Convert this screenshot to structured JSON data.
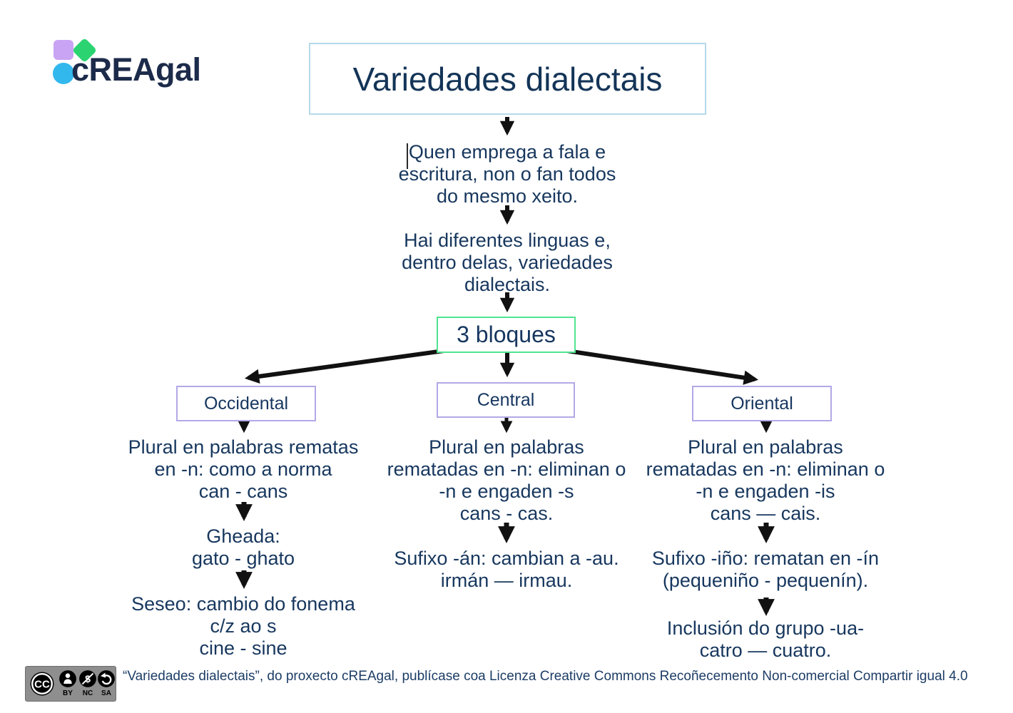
{
  "logo": {
    "text": "cREAgal"
  },
  "title": "Variedades dialectais",
  "flow": {
    "intro1": "Quen emprega a fala e\nescritura, non o fan todos\ndo mesmo xeito.",
    "intro2": "Hai diferentes linguas e,\ndentro delas, variedades\ndialectais.",
    "blocks_label": "3 bloques"
  },
  "columns": [
    {
      "title": "Occidental",
      "nodes": [
        "Plural en palabras rematas\nen -n: como a norma\ncan - cans",
        "Gheada:\ngato - ghato",
        "Seseo: cambio do fonema\nc/z ao s\ncine - sine"
      ]
    },
    {
      "title": "Central",
      "nodes": [
        "Plural en palabras\nrematadas en -n: eliminan o\n-n e engaden -s\ncans - cas.",
        "Sufixo -án: cambian a -au.\nirmán — irmau."
      ]
    },
    {
      "title": "Oriental",
      "nodes": [
        "Plural en palabras\nrematadas en -n: eliminan o\n-n e engaden -is\ncans — cais.",
        "Sufixo -iño: rematan en -ín\n(pequeniño - pequenín).",
        "Inclusión do grupo -ua-\ncatro — cuatro."
      ]
    }
  ],
  "footer": {
    "cc_label": "CC",
    "license_labels": {
      "by": "BY",
      "nc": "NC",
      "sa": "SA"
    },
    "text": "“Variedades dialectais”, do proxecto cREAgal, publícase coa Licenza Creative Commons Recoñecemento Non-comercial Compartir igual 4.0"
  },
  "colors": {
    "ink": "#17375e",
    "title_border": "#b5d9ea",
    "bloques_border": "#4fe58f",
    "branch_border": "#b3a8e6",
    "logo_purple": "#c9a4f4",
    "logo_green": "#2bd371",
    "logo_blue": "#33b8ee",
    "arrow": "#111111"
  }
}
